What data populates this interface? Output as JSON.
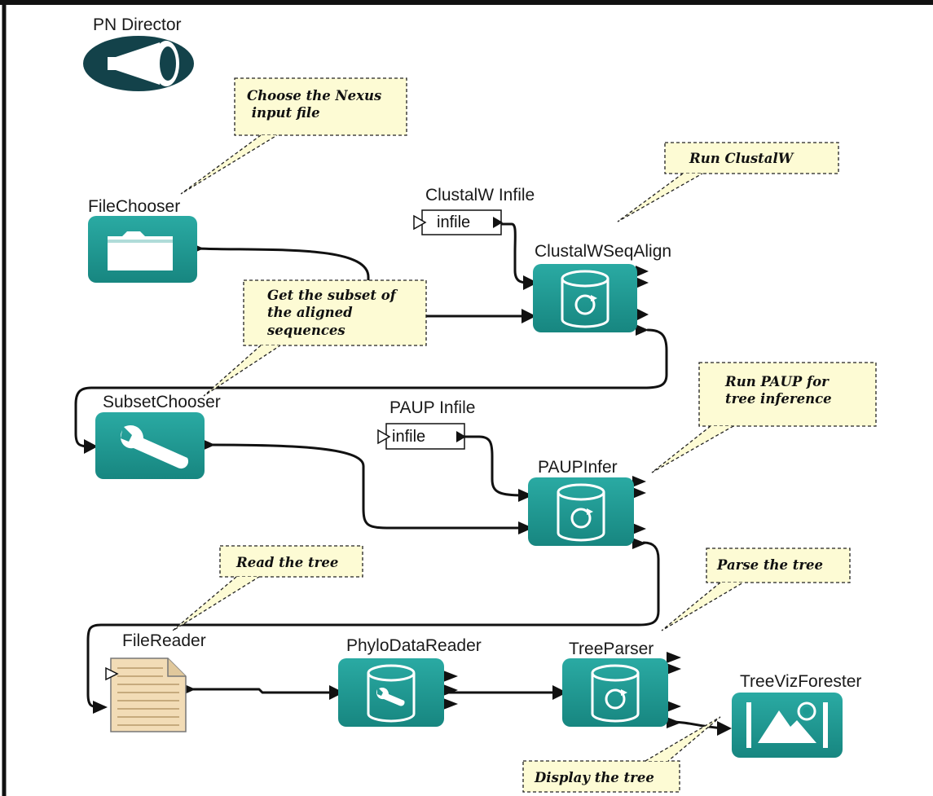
{
  "director": {
    "label": "PN Director"
  },
  "actors": {
    "file_chooser": "FileChooser",
    "clustalw_infile": "ClustalW Infile",
    "clustalw_seq_align": "ClustalWSeqAlign",
    "subset_chooser": "SubsetChooser",
    "paup_infile": "PAUP Infile",
    "paup_infer": "PAUPInfer",
    "file_reader": "FileReader",
    "phylo_data_reader": "PhyloDataReader",
    "tree_parser": "TreeParser",
    "tree_viz_forester": "TreeVizForester"
  },
  "parameters": {
    "clustalw_infile_port": "infile",
    "paup_infile_port": "infile"
  },
  "annotations": {
    "choose_nexus": [
      "Choose the Nexus",
      " input file"
    ],
    "run_clustalw": [
      "Run ClustalW"
    ],
    "get_subset": [
      "Get the subset of",
      "the aligned",
      "sequences"
    ],
    "run_paup": [
      "Run PAUP for",
      "tree inference"
    ],
    "read_tree": [
      "Read the tree"
    ],
    "parse_tree": [
      "Parse the tree"
    ],
    "display_tree": [
      "Display the tree"
    ]
  },
  "colors": {
    "actor_fill": "#1e9a93",
    "actor_dark": "#17827c",
    "note_fill": "#fdfbd4",
    "border": "#111111",
    "director": "#13424a"
  },
  "icons": {
    "file_chooser": "folder-icon",
    "clustalw_seq_align": "database-refresh-icon",
    "subset_chooser": "wrench-icon",
    "paup_infer": "database-refresh-icon",
    "file_reader": "document-icon",
    "phylo_data_reader": "database-wrench-icon",
    "tree_parser": "database-refresh-icon",
    "tree_viz_forester": "image-viewer-icon",
    "director": "megaphone-icon"
  }
}
